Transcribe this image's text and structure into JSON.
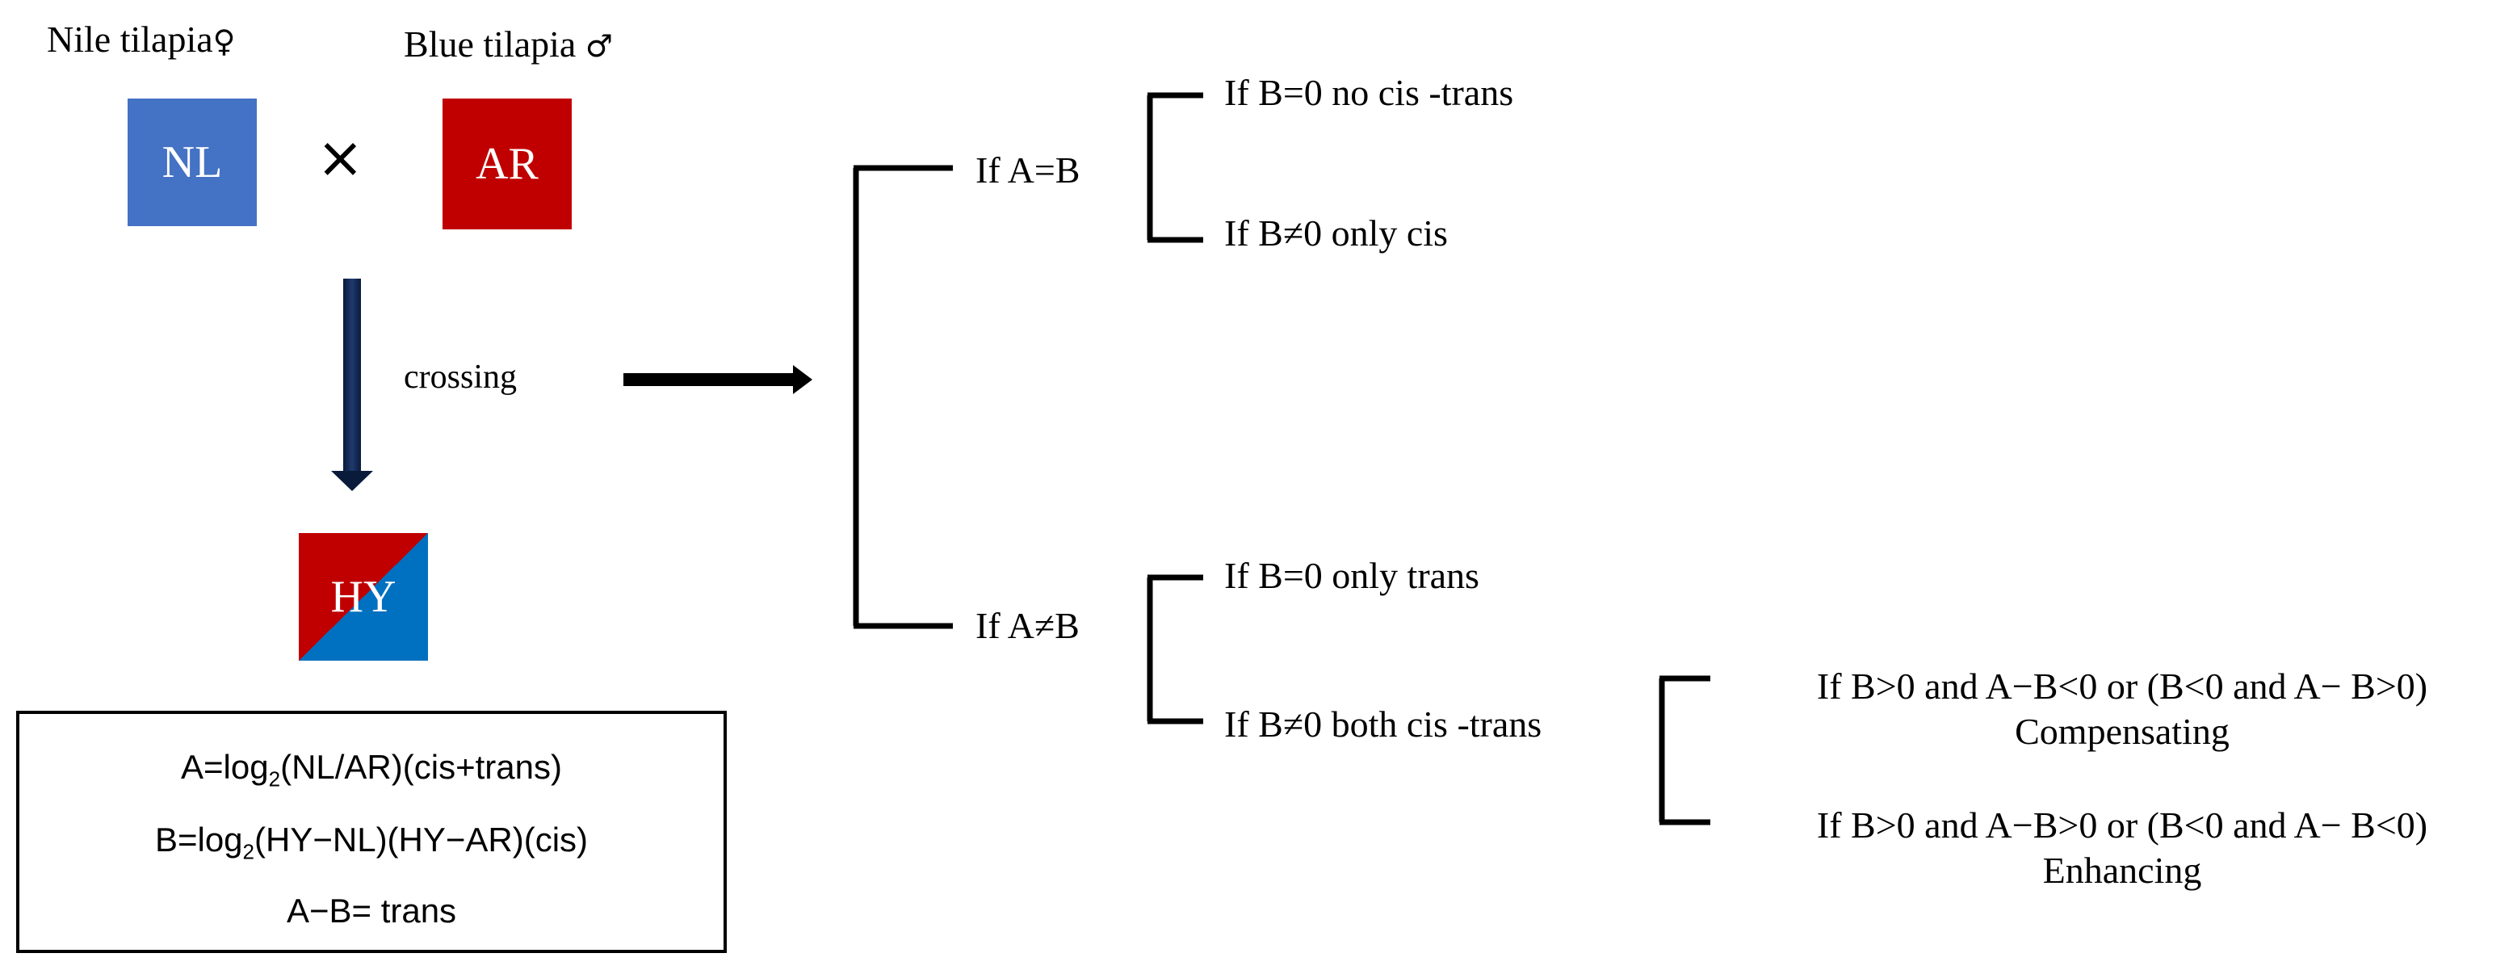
{
  "parents": {
    "female_label": "Nile tilapia",
    "female_symbol": "♀",
    "male_label": "Blue tilapia",
    "male_symbol": "♂",
    "cross_symbol": "×",
    "female_code": "NL",
    "male_code": "AR",
    "hybrid_code": "HY"
  },
  "process": {
    "crossing_label": "crossing"
  },
  "formulas": {
    "a_prefix": "A=log",
    "a_sub": "2",
    "a_suffix": "(NL/AR)(cis+trans)",
    "b_prefix": "B=log",
    "b_sub": "2",
    "b_suffix": "(HY−NL)(HY−AR)(cis)",
    "c": "A−B= trans"
  },
  "tree": {
    "branch1": "If A=B",
    "branch1_a": "If B=0 no cis -trans",
    "branch1_b": "If B≠0 only cis",
    "branch2": "If A≠B",
    "branch2_a": "If B=0 only trans",
    "branch2_b": "If B≠0 both cis -trans",
    "leaf1_line1": "If B>0 and A−B<0 or (B<0 and A− B>0)",
    "leaf1_line2": "Compensating",
    "leaf2_line1": "If B>0 and A−B>0 or (B<0 and A− B<0)",
    "leaf2_line2": "Enhancing"
  },
  "colors": {
    "nile_blue": "#4472c4",
    "blue_tilapia_red": "#c00000",
    "hybrid_blue": "#0070c0"
  }
}
